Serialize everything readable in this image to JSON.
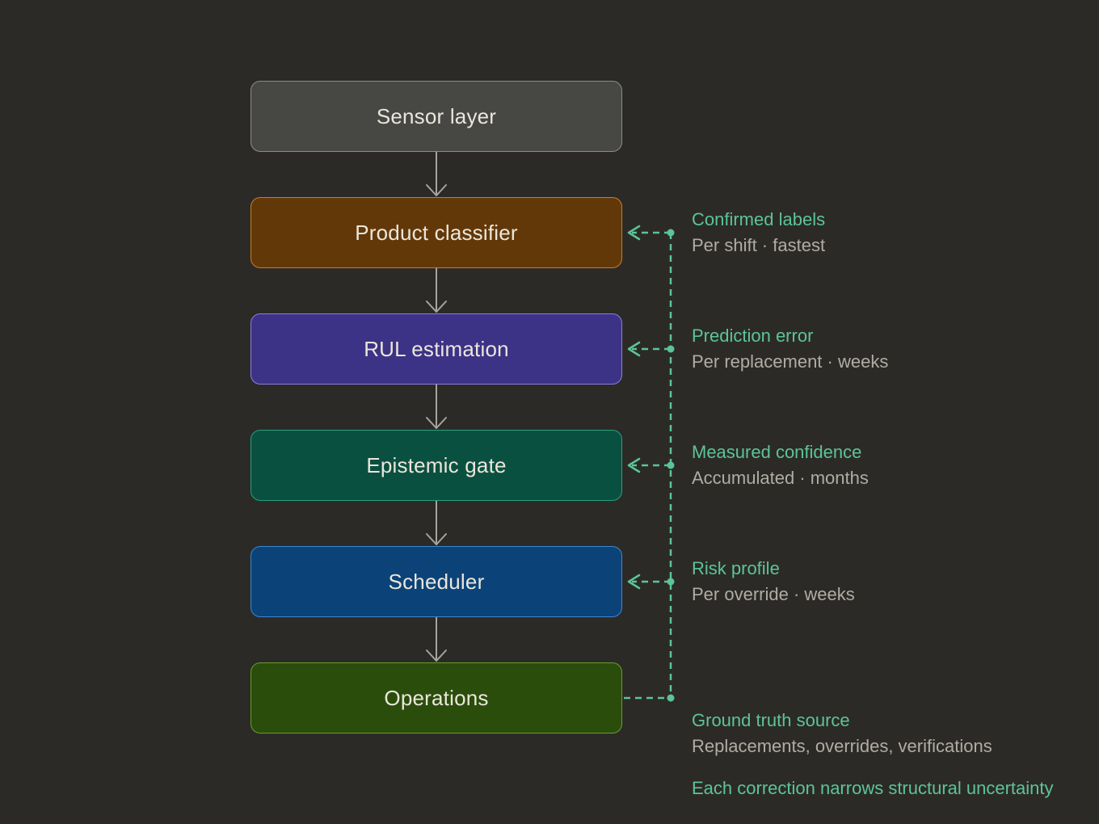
{
  "nodes": [
    {
      "label": "Sensor layer"
    },
    {
      "label": "Product classifier"
    },
    {
      "label": "RUL estimation"
    },
    {
      "label": "Epistemic gate"
    },
    {
      "label": "Scheduler"
    },
    {
      "label": "Operations"
    }
  ],
  "feedback": [
    {
      "title": "Confirmed labels",
      "cadence": "Per shift",
      "speed": "fastest",
      "detail": "Per shift · fastest"
    },
    {
      "title": "Prediction error",
      "cadence": "Per replacement",
      "speed": "weeks",
      "detail": "Per replacement · weeks"
    },
    {
      "title": "Measured confidence",
      "cadence": "Accumulated",
      "speed": "months",
      "detail": "Accumulated · months"
    },
    {
      "title": "Risk profile",
      "cadence": "Per override",
      "speed": "weeks",
      "detail": "Per override · weeks"
    }
  ],
  "ground_truth": {
    "title": "Ground truth source",
    "detail": "Replacements, overrides, verifications"
  },
  "footer": "Each correction narrows structural uncertainty",
  "colors": {
    "background": "#2c2a27",
    "feedback_accent": "#5cc497",
    "forward_arrow": "#a6a49f",
    "muted_text": "#b0aca4"
  }
}
